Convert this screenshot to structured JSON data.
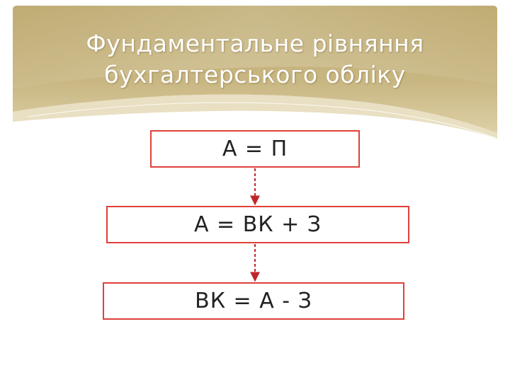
{
  "slide": {
    "title_line1": "Фундаментальне рівняння",
    "title_line2": "бухгалтерського обліку"
  },
  "diagram": {
    "formulas": [
      "А = П",
      "А = ВК + З",
      "ВК = А - З"
    ]
  },
  "colors": {
    "banner_gold": "#c6b27a",
    "banner_light": "#e8dcb6",
    "box_border": "#e0403a",
    "arrow": "#c0262b",
    "title_text": "#ffffff"
  }
}
